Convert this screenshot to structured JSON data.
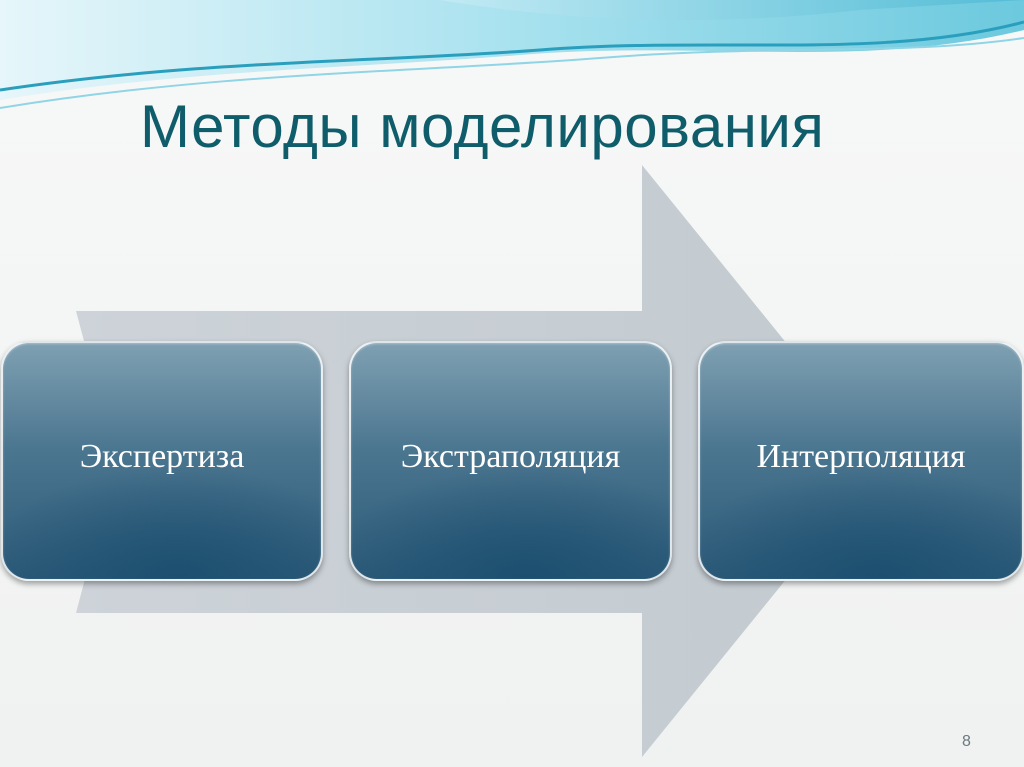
{
  "slide": {
    "title": "Методы моделирования",
    "page_number": "8"
  },
  "diagram": {
    "steps": [
      {
        "label": "Экспертиза"
      },
      {
        "label": "Экстраполяция"
      },
      {
        "label": "Интерполяция"
      }
    ],
    "colors": {
      "title": "#0f5d6a",
      "arrow": "#c9d0d5",
      "box": "#3e6985",
      "wave": "#5fc6dc"
    }
  }
}
